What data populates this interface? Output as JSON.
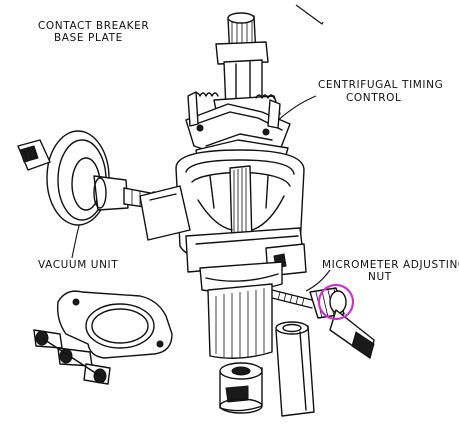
{
  "labels": {
    "contact_breaker_line1": "CONTACT BREAKER",
    "contact_breaker_line2": "BASE PLATE",
    "centrifugal_line1": "CENTRIFUGAL TIMING",
    "centrifugal_line2": "CONTROL",
    "vacuum_unit": "VACUUM UNIT",
    "micrometer_line1": "MICROMETER ADJUSTING",
    "micrometer_line2": "NUT"
  },
  "colors": {
    "ink": "#111111",
    "highlight_circle": "#cc33cc"
  }
}
